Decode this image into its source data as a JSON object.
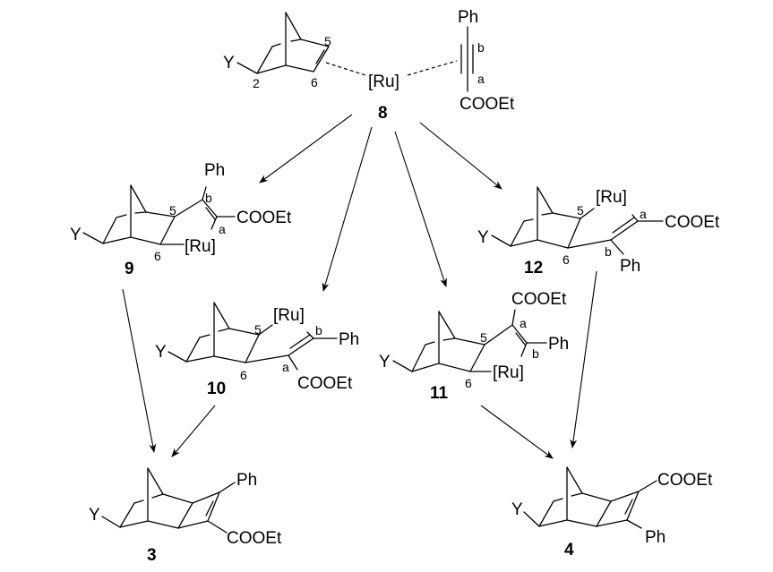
{
  "diagram": {
    "description": "Ruthenium-catalyzed [2+2] cycloaddition mechanism of norbornene with ethyl phenylpropiolate",
    "compounds": [
      {
        "id": "8",
        "label": "8",
        "metal": "[Ru]",
        "substituent": "Y",
        "positions": [
          "2",
          "5",
          "6"
        ],
        "alkyne_top": "Ph",
        "alkyne_bottom": "COOEt",
        "alkyne_carbons": [
          "b",
          "a"
        ]
      },
      {
        "id": "9",
        "label": "9",
        "metal": "[Ru]",
        "substituent": "Y",
        "positions": [
          "5",
          "6"
        ],
        "vinyl_carbons": [
          "b",
          "a"
        ],
        "groups": [
          "Ph",
          "COOEt"
        ]
      },
      {
        "id": "10",
        "label": "10",
        "metal": "[Ru]",
        "substituent": "Y",
        "positions": [
          "5",
          "6"
        ],
        "vinyl_carbons": [
          "b",
          "a"
        ],
        "groups": [
          "Ph",
          "COOEt"
        ]
      },
      {
        "id": "11",
        "label": "11",
        "metal": "[Ru]",
        "substituent": "Y",
        "positions": [
          "5",
          "6"
        ],
        "vinyl_carbons": [
          "a",
          "b"
        ],
        "groups": [
          "COOEt",
          "Ph"
        ]
      },
      {
        "id": "12",
        "label": "12",
        "metal": "[Ru]",
        "substituent": "Y",
        "positions": [
          "5",
          "6"
        ],
        "vinyl_carbons": [
          "a",
          "b"
        ],
        "groups": [
          "COOEt",
          "Ph"
        ]
      },
      {
        "id": "3",
        "label": "3",
        "substituent": "Y",
        "groups": [
          "Ph",
          "COOEt"
        ]
      },
      {
        "id": "4",
        "label": "4",
        "substituent": "Y",
        "groups": [
          "COOEt",
          "Ph"
        ]
      }
    ],
    "arrows": [
      {
        "from": "8",
        "to": "9"
      },
      {
        "from": "8",
        "to": "10"
      },
      {
        "from": "8",
        "to": "11"
      },
      {
        "from": "8",
        "to": "12"
      },
      {
        "from": "9",
        "to": "3"
      },
      {
        "from": "10",
        "to": "3"
      },
      {
        "from": "11",
        "to": "4"
      },
      {
        "from": "12",
        "to": "4"
      }
    ]
  }
}
